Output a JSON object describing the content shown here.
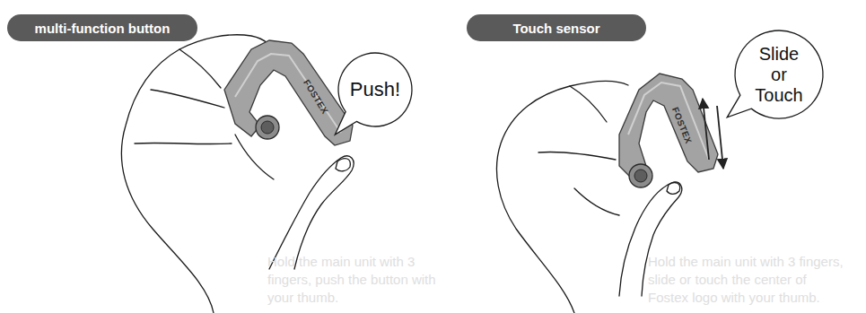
{
  "diagram": {
    "nodes": [
      {
        "text": [
          "multi-function button"
        ]
      },
      {
        "text": [
          "Push!"
        ]
      },
      {
        "text": [
          "Touch sensor"
        ]
      },
      {
        "text": [
          "Slide or Touch"
        ]
      }
    ],
    "labels": [
      "FOSTEX",
      "Hold the main unit with 3 fingers, push the button with your thumb.",
      "FOSTEX",
      "Hold the main unit with 3 fingers, slide or touch the center of Fostex logo with your thumb."
    ]
  }
}
